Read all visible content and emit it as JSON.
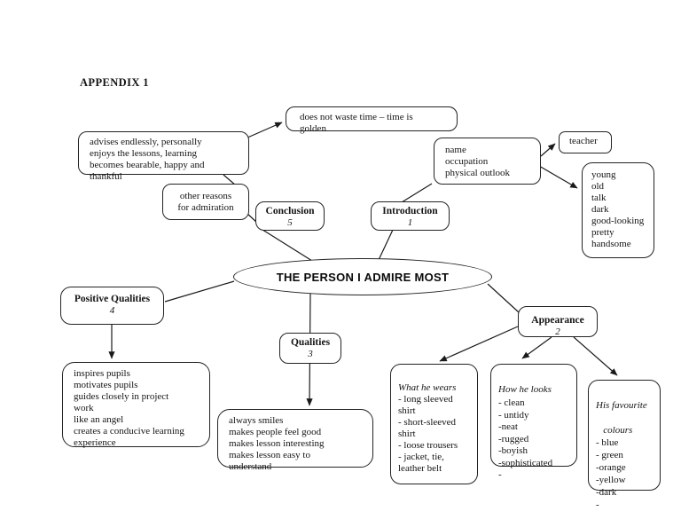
{
  "page": {
    "title": "APPENDIX 1",
    "ink_color": "#1a1a1a",
    "background_color": "#ffffff"
  },
  "center": {
    "label": "THE PERSON I ADMIRE MOST"
  },
  "nodes": {
    "waste_time": {
      "text": "does not waste time – time is\ngolden"
    },
    "advises": {
      "text": "advises endlessly, personally\nenjoys the lessons, learning\nbecomes bearable, happy and\nthankful"
    },
    "other_reasons": {
      "text": "other reasons\nfor admiration"
    },
    "conclusion": {
      "title": "Conclusion",
      "number": "5"
    },
    "introduction": {
      "title": "Introduction",
      "number": "1"
    },
    "name_box": {
      "text": "name\noccupation\nphysical outlook"
    },
    "teacher": {
      "text": "teacher"
    },
    "looks_list": {
      "text": "young\nold\ntalk\ndark\ngood-looking\npretty\nhandsome"
    },
    "positive_qualities": {
      "title": "Positive Qualities",
      "number": "4"
    },
    "qualities": {
      "title": "Qualities",
      "number": "3"
    },
    "appearance": {
      "title": "Appearance",
      "number": "2"
    },
    "inspires": {
      "text": "inspires pupils\nmotivates pupils\nguides closely in project\nwork\nlike an angel\ncreates a conducive learning\nexperience"
    },
    "smiles": {
      "text": "always smiles\nmakes people feel good\nmakes lesson interesting\nmakes lesson easy to\nunderstand"
    },
    "wears": {
      "heading": "What he wears",
      "text": "- long sleeved\nshirt\n- short-sleeved\nshirt\n- loose trousers\n- jacket, tie,\nleather belt"
    },
    "how_looks": {
      "heading": "How he looks",
      "text": "- clean\n- untidy\n-neat\n-rugged\n-boyish\n-sophisticated\n-"
    },
    "colours": {
      "heading": "His favourite\n\n   colours",
      "text": "- blue\n- green\n-orange\n-yellow\n-dark\n-"
    }
  }
}
